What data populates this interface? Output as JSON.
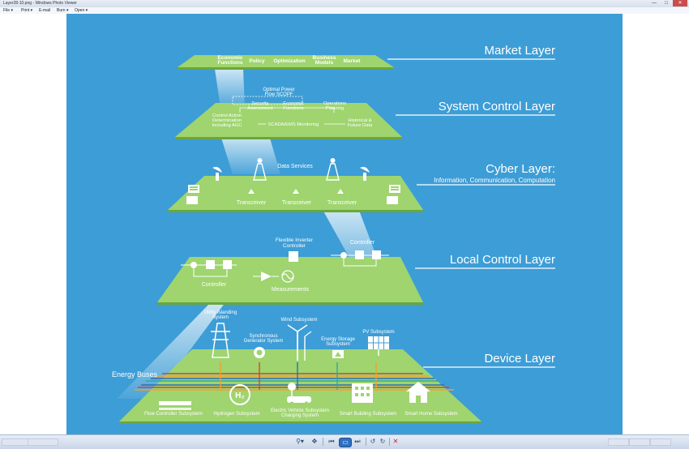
{
  "window": {
    "title": "Layer28-10.png - Windows Photo Viewer",
    "controls": [
      "—",
      "□",
      "✕"
    ]
  },
  "menu": [
    {
      "label": "File ▾",
      "name": "menu-file"
    },
    {
      "label": "Print ▾",
      "name": "menu-print"
    },
    {
      "label": "E-mail",
      "name": "menu-email"
    },
    {
      "label": "Burn ▾",
      "name": "menu-burn"
    },
    {
      "label": "Open ▾",
      "name": "menu-open"
    }
  ],
  "colors": {
    "background": "#3d9dd6",
    "plane_top": "#9fd46f",
    "plane_side": "#6aa63c",
    "layer_rule": "#ffffff",
    "bus_red": "#d9432b",
    "bus_orange": "#f0a030",
    "bus_blue": "#2a6fb5",
    "bus_teal": "#34a6a0"
  },
  "figure": {
    "market": {
      "title": "Market Layer",
      "items": [
        "Economic\nFunctions",
        "Policy",
        "Optimization",
        "Business\nModels",
        "Market"
      ]
    },
    "system": {
      "title": "System Control Layer",
      "opf": "Optimal Power\nFlow SCOPF",
      "control_action": "Control Action\nDetermination\nIncluding AGC",
      "security": "Security\nAssessment",
      "economic": "Economic\nFunctions",
      "operations": "Operations\nPlanning",
      "historical": "Historical &\nFuture Data",
      "scada": "SCADA/EMS Monitoring"
    },
    "cyber": {
      "title": "Cyber Layer:",
      "subtitle": "Information, Communication, Computation",
      "data_services": "Data Services",
      "transceivers": [
        "Transceiver",
        "Transceiver",
        "Transceiver"
      ]
    },
    "local": {
      "title": "Local Control Layer",
      "flexible_inverter": "Flexible Inverter\nController",
      "controller_left": "Controller",
      "controller_right": "Controller",
      "measurements": "Measurements"
    },
    "device": {
      "title": "Device Layer",
      "energy_buses": "Energy Buses",
      "utility_islanding": "Utility Islanding\nSystem",
      "synchronous": "Synchronous\nGenerator System",
      "wind": "Wind Subsystem",
      "storage": "Energy Storage\nSubsystem",
      "pv": "PV Subsystem",
      "flow_controller": "Flow Controller Subsystem",
      "hydrogen": "Hydrogen Subsystem",
      "ev": "Electric Vehicle Subsystem\nCharging System",
      "building": "Smart Building Subsystem",
      "home": "Smart Home Subsystem"
    }
  },
  "toolbar": {
    "zoom": "⚲▾",
    "fit": "✥",
    "prev": "⏮",
    "slideshow": "▭",
    "next": "⏭",
    "rotate_ccw": "↺",
    "rotate_cw": "↻",
    "delete": "✕"
  }
}
